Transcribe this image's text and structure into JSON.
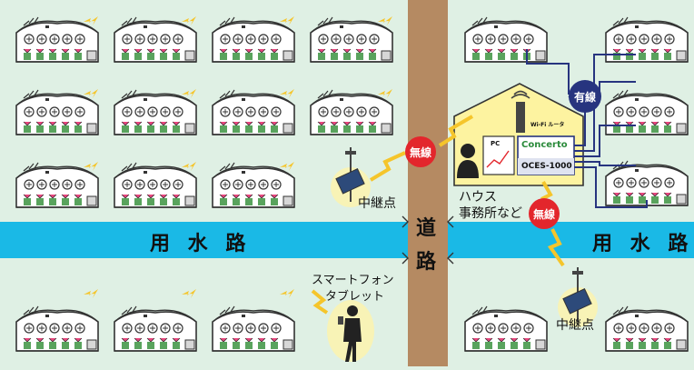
{
  "canal": {
    "label_left": "用 水 路",
    "label_right": "用 水 路"
  },
  "road": {
    "char1": "道",
    "char2": "路"
  },
  "wireless": [
    "無線",
    "無線"
  ],
  "wired": "有線",
  "relay": [
    "中継点",
    "中継点"
  ],
  "house_office": {
    "line1": "ハウス",
    "line2": "事務所など"
  },
  "smartphone": {
    "line1": "スマートフォン",
    "line2": "タブレット"
  },
  "device": {
    "brand": "Concerto",
    "model": "OCES-1000"
  },
  "pc_label": "PC",
  "router_label": "Wi-Fi ルータ",
  "colors": {
    "background": "#dff0e4",
    "canal": "#1ab9e6",
    "road": "#b58a62",
    "house": "#fdf3a0",
    "wireless_badge": "#e3262c",
    "wired_badge": "#27347f",
    "cable": "#27347f",
    "signal": "#f5c52b"
  }
}
